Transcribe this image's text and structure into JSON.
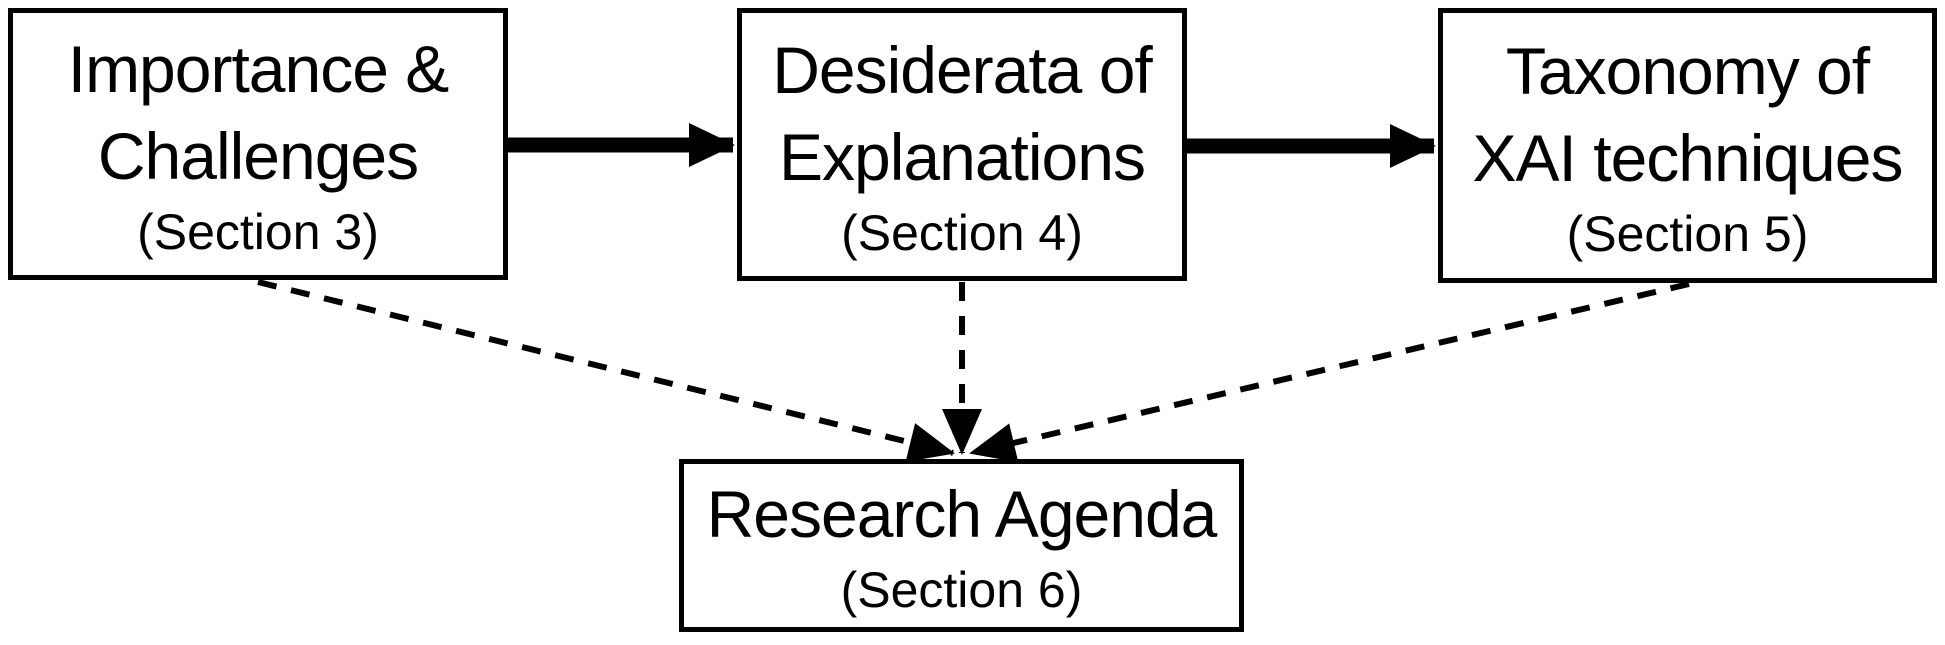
{
  "diagram": {
    "description": "Paper roadmap flow diagram with four section boxes",
    "nodes": [
      {
        "id": "importance",
        "lines": [
          "Importance &",
          "Challenges"
        ],
        "section": "(Section 3)"
      },
      {
        "id": "desiderata",
        "lines": [
          "Desiderata of",
          "Explanations"
        ],
        "section": "(Section 4)"
      },
      {
        "id": "taxonomy",
        "lines": [
          "Taxonomy of",
          "XAI techniques"
        ],
        "section": "(Section 5)"
      },
      {
        "id": "agenda",
        "lines": [
          "Research Agenda"
        ],
        "section": "(Section 6)"
      }
    ],
    "edges": [
      {
        "from": "importance",
        "to": "desiderata",
        "style": "solid-thick-arrow"
      },
      {
        "from": "desiderata",
        "to": "taxonomy",
        "style": "solid-thick-arrow"
      },
      {
        "from": "importance",
        "to": "agenda",
        "style": "dashed-arrow"
      },
      {
        "from": "desiderata",
        "to": "agenda",
        "style": "dashed-arrow"
      },
      {
        "from": "taxonomy",
        "to": "agenda",
        "style": "dashed-arrow"
      }
    ],
    "colors": {
      "ink": "#000000",
      "background": "#ffffff"
    }
  }
}
